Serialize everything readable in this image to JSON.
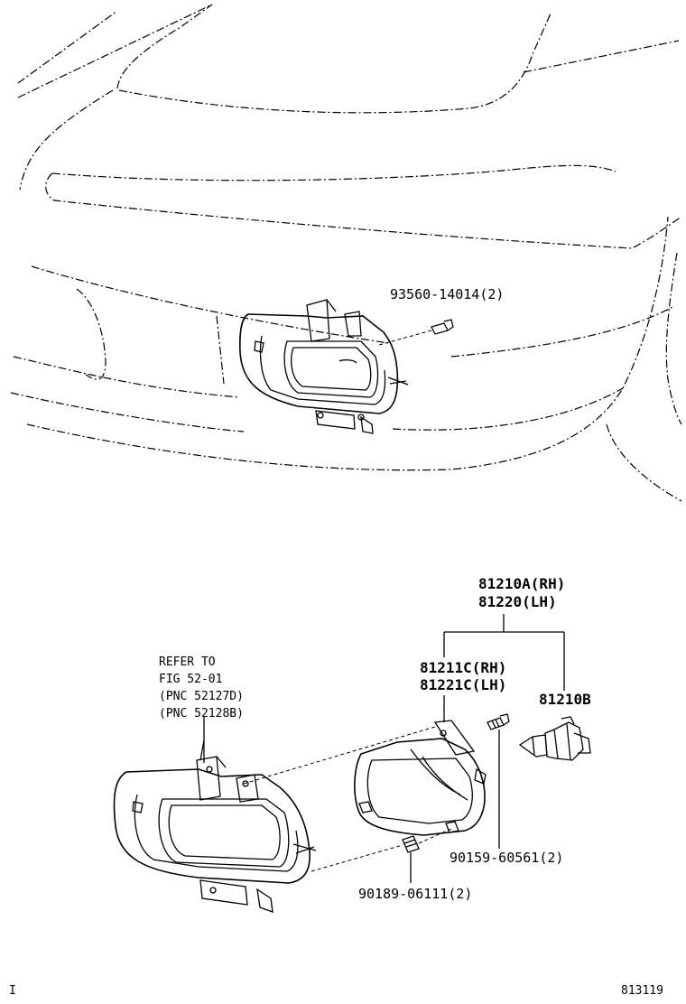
{
  "labels": {
    "bolt_top": "93560-14014(2)",
    "assy_rh": "81210A(RH)",
    "assy_lh": "81220(LH)",
    "unit_rh": "81211C(RH)",
    "unit_lh": "81221C(LH)",
    "bulb": "81210B",
    "refer_1": "REFER TO",
    "refer_2": "FIG 52-01",
    "refer_3": "(PNC 52127D)",
    "refer_4": "(PNC 52128B)",
    "screw": "90159-60561(2)",
    "nut": "90189-06111(2)",
    "corner_left": "I",
    "figure_number": "813119"
  }
}
